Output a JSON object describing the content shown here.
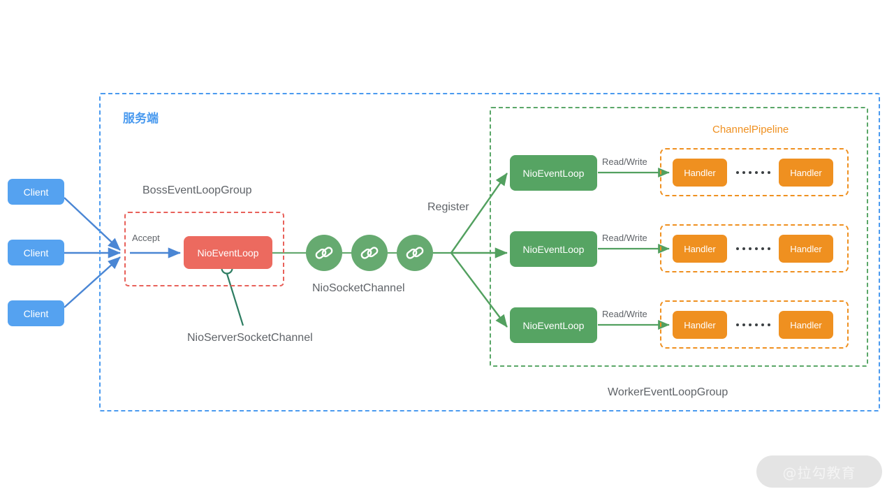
{
  "diagram": {
    "title_cn": "服务端",
    "boss_group_label": "BossEventLoopGroup",
    "worker_group_label": "WorkerEventLoopGroup",
    "pipeline_label": "ChannelPipeline",
    "accept_label": "Accept",
    "register_label": "Register",
    "socket_channel_label": "NioSocketChannel",
    "server_socket_channel_label": "NioServerSocketChannel",
    "boss_event_loop_label": "NioEventLoop",
    "clients": [
      {
        "label": "Client"
      },
      {
        "label": "Client"
      },
      {
        "label": "Client"
      }
    ],
    "chain_icons": [
      {
        "name": "link-icon"
      },
      {
        "name": "link-icon"
      },
      {
        "name": "link-icon"
      }
    ],
    "worker_rows": [
      {
        "event_loop_label": "NioEventLoop",
        "readwrite_label": "Read/Write",
        "handlers": [
          "Handler",
          "Handler"
        ],
        "ellipsis_dots": 6
      },
      {
        "event_loop_label": "NioEventLoop",
        "readwrite_label": "Read/Write",
        "handlers": [
          "Handler",
          "Handler"
        ],
        "ellipsis_dots": 6
      },
      {
        "event_loop_label": "NioEventLoop",
        "readwrite_label": "Read/Write",
        "handlers": [
          "Handler",
          "Handler"
        ],
        "ellipsis_dots": 6
      }
    ],
    "watermark": "@拉勾教育",
    "colors": {
      "client_blue": "#55a2f0",
      "server_border_blue": "#4a9aef",
      "boss_red": "#ec6a5f",
      "boss_border_red": "#e8615a",
      "worker_green": "#56a463",
      "worker_border_green": "#5aa768",
      "handler_orange": "#ef9020",
      "arrow_blue": "#4a86d4",
      "arrow_green": "#52a05f",
      "text_gray": "#5f6368",
      "watermark_bg": "#e4e4e4"
    }
  }
}
